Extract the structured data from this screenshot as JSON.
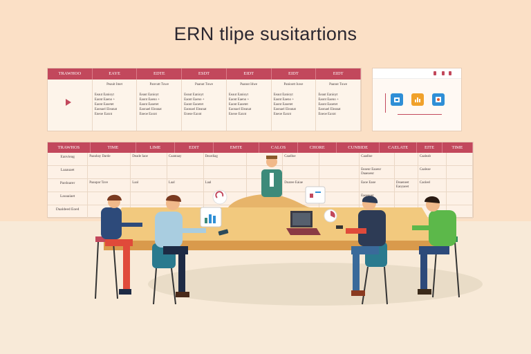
{
  "title": "ERN tlipe susitartions",
  "colors": {
    "accent": "#c2485c",
    "wall": "#fbe0c6",
    "floor": "#f8ead8",
    "table": "#f2c97e",
    "table_edge": "#d99a4c"
  },
  "top_panel": {
    "headers": [
      "TRAWHOO",
      "EAYE",
      "EDTE",
      "ESDT",
      "EIDT",
      "EIDT",
      "EIDT"
    ],
    "columns": [
      {
        "title": "",
        "items": []
      },
      {
        "title": "Peauit Imet",
        "items": [
          "Eeaut Eanioyt",
          "Eaont Eaeno +",
          "Eaont Eaoetet",
          "",
          "Eaonael Eleanat",
          "Eneoe Eaxnt"
        ]
      },
      {
        "title": "Panvutt Tuwe",
        "items": [
          "Eeaut Eanioyt",
          "Eaont Eaeno +",
          "Eaont Eaoetet",
          "",
          "Eaonael Eleanat",
          "Eneoe Eaxnt"
        ]
      },
      {
        "title": "Paanut Tuwe",
        "items": [
          "Eeaut Eanioyt",
          "Eaont Eaeno +",
          "Eaont Eaoetet",
          "",
          "Eaonael Eleanat",
          "Eneoe Eaxnt"
        ]
      },
      {
        "title": "Paanut Idwe",
        "items": [
          "Eeaut Eanioyt",
          "Eaont Eaeno +",
          "Eaont Eaoetet",
          "",
          "Eaonael Eleanat",
          "Eneoe Eaxnt"
        ]
      },
      {
        "title": "Panioott Iuwe",
        "items": [
          "Eeaut Eanioyt",
          "Eaont Eaeno +",
          "Eaont Eaoetet",
          "",
          "Eaonael Eleanat",
          "Eneoe Eaxnt"
        ]
      },
      {
        "title": "Paanut Tuwe",
        "items": [
          "Eeaut Eanioyt",
          "Eaont Eaeno +",
          "Eaont Eaoetet",
          "",
          "Eaonael Eleanat",
          "Eneoe Eaxnt"
        ]
      }
    ]
  },
  "table_panel": {
    "headers": [
      "TRAWHOS",
      "TIME",
      "LIME",
      "EDIT",
      "EMTE",
      "CALOS",
      "CHORE",
      "CUNBIDE",
      "CAELATE",
      "EITE",
      "TIME"
    ],
    "rows": [
      {
        "label": "Eanvieag",
        "cells": [
          "Paaubay Darde",
          "Deade Iaoe",
          "Caantaay",
          "Deardiag",
          "",
          "Caadloe",
          "",
          "Caadloe",
          "",
          "Caaleab",
          ""
        ]
      },
      {
        "label": "Laaauaet",
        "cells": [
          "",
          "",
          "",
          "",
          "",
          "",
          "",
          "Eeaeur Eaaeur Daaeaeur",
          "",
          "Caaleae",
          ""
        ]
      },
      {
        "label": "Pardoarer",
        "cells": [
          "Paaupar Tave",
          "Laal",
          "Laal",
          "Laal",
          "",
          "Doaree Eaiae",
          "",
          "Eaoe Eaoe",
          "Deaeneet Eaoyaeet",
          "Caoleel",
          ""
        ]
      },
      {
        "label": "Laoaaiaet",
        "cells": [
          "",
          "",
          "",
          "",
          "",
          "",
          "",
          "Eaeeouer",
          "",
          "",
          ""
        ]
      },
      {
        "label": "Daaldeed Eoed",
        "cells": [
          "",
          "",
          "",
          "",
          "",
          "",
          "",
          "",
          "",
          "",
          ""
        ]
      }
    ]
  }
}
